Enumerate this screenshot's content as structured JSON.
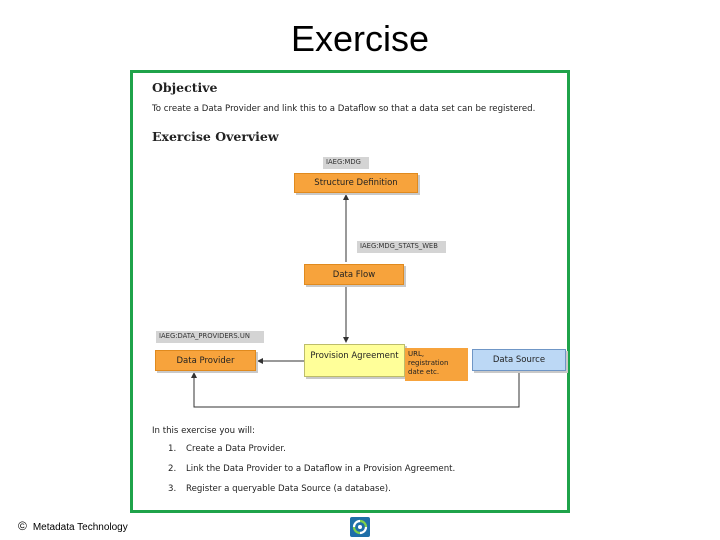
{
  "slide": {
    "title": "Exercise"
  },
  "content": {
    "objective_heading": "Objective",
    "objective_text": "To create a Data Provider and link this to a Dataflow so that a data set can be registered.",
    "overview_heading": "Exercise Overview",
    "diagram": {
      "tag_structure": "IAEG:MDG",
      "box_structure": "Structure Definition",
      "tag_dataflow": "IAEG:MDG_STATS_WEB",
      "box_dataflow": "Data Flow",
      "tag_provider": "IAEG:DATA_PROVIDERS.UN",
      "box_provider": "Data Provider",
      "box_agreement": "Provision Agreement",
      "note_lines": [
        "URL,",
        "registration",
        "date etc."
      ],
      "box_source": "Data Source"
    },
    "intro_text": "In this exercise you will:",
    "steps": [
      {
        "num": "1.",
        "text": "Create a Data Provider."
      },
      {
        "num": "2.",
        "text": "Link the Data Provider to a Dataflow in a Provision Agreement."
      },
      {
        "num": "3.",
        "text": "Register a queryable Data Source (a database)."
      }
    ]
  },
  "footer": {
    "copyright_symbol": "©",
    "company": "Metadata Technology",
    "logo_icon": "refresh-cycle-icon"
  },
  "colors": {
    "frame": "#1fa34a",
    "orange": "#f7a33c",
    "yellow": "#ffff99",
    "blue": "#bcd8f5",
    "tag_gray": "#d4d4d4"
  }
}
